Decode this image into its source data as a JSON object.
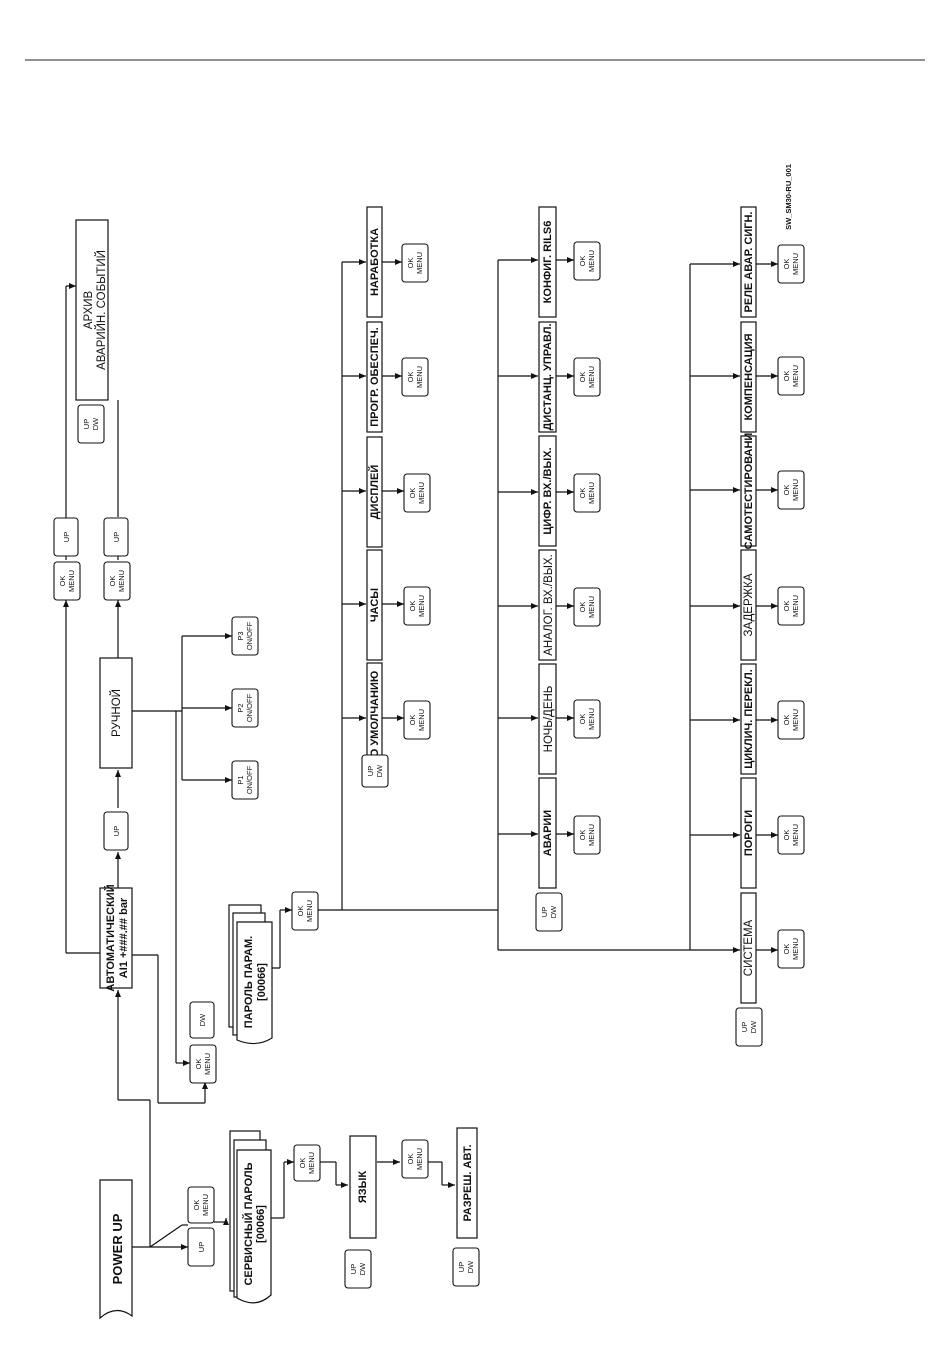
{
  "keys": {
    "ok": "OK",
    "menu": "MENU",
    "up": "UP",
    "dw": "DW",
    "on_off": "ON/OFF"
  },
  "boot": {
    "power_up": "POWER UP",
    "service_password": "СЕРВИСНЫЙ ПАРОЛЬ",
    "service_code": "[00066]",
    "language": "ЯЗЫК",
    "auto_enable": "РАЗРЕШ. АВТ."
  },
  "modes": {
    "auto_line1": "АВТОМАТИЧЕСКИЙ",
    "auto_line2": "AI1 +###.## bar",
    "manual": "РУЧНОЙ",
    "pumps": [
      "P1",
      "P2",
      "P3"
    ]
  },
  "archive": {
    "line1": "АРХИВ",
    "line2": "АВАРИЙН. СОБЫТИЙ"
  },
  "param": {
    "password": "ПАРОЛЬ ПАРАМ.",
    "code": "[00066]"
  },
  "menu_row1": [
    "ПО УМОЛЧАНИЮ",
    "ЧАСЫ",
    "ДИСПЛЕЙ",
    "ПРОГР. ОБЕСПЕЧ.",
    "НАРАБОТКА"
  ],
  "menu_row2": [
    "АВАРИИ",
    "НОЧЬ/ДЕНЬ",
    "АНАЛОГ. ВХ./ВЫХ.",
    "ЦИФР. ВХ./ВЫХ.",
    "ДИСТАНЦ. УПРАВЛ.",
    "КОНФИГ. RILS6"
  ],
  "menu_row3": [
    "СИСТЕМА",
    "ПОРОГИ",
    "ЦИКЛИЧ. ПЕРЕКЛ.",
    "ЗАДЕРЖКА",
    "САМОТЕСТИРОВАНИ",
    "КОМПЕНСАЦИЯ",
    "РЕЛЕ АВАР. СИГН."
  ],
  "doc_ref": "SW_SM30-RU_001"
}
